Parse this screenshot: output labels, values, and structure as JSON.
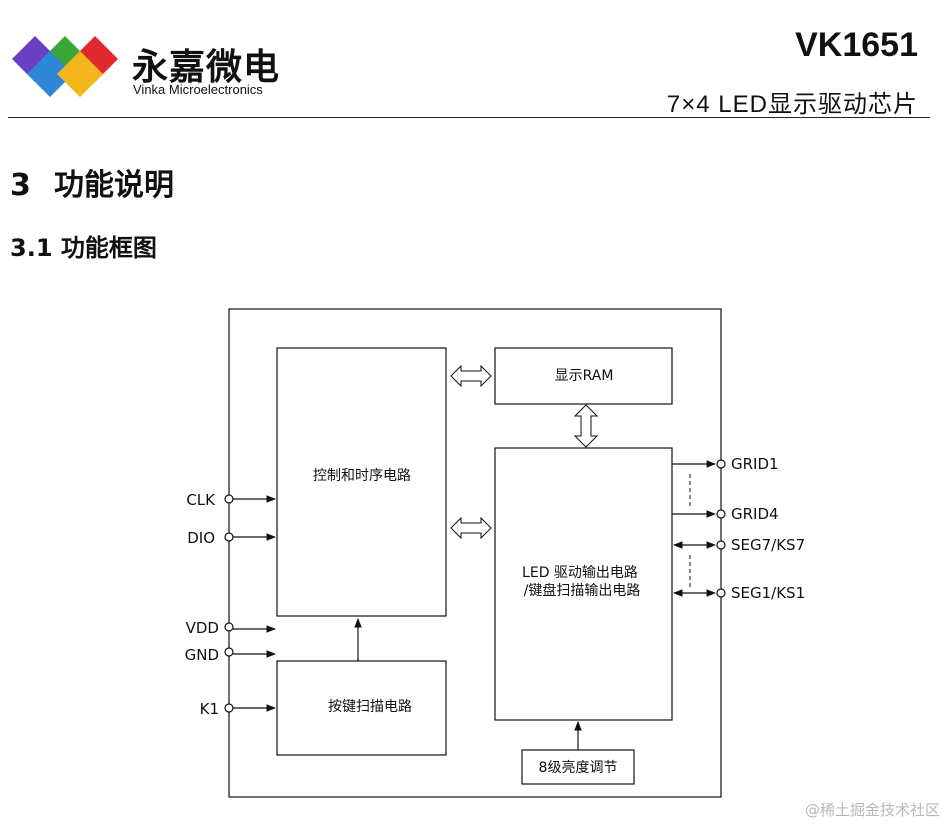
{
  "header": {
    "logo_cn": "永嘉微电",
    "logo_en": "Vinka Microelectronics",
    "model": "VK1651",
    "subtitle": "7×4 LED显示驱动芯片"
  },
  "section": {
    "number": "3",
    "title": "功能说明"
  },
  "subsection": {
    "title": "3.1  功能框图"
  },
  "diagram": {
    "blocks": {
      "control": "控制和时序电路",
      "ram": "显示RAM",
      "driver_line1": "LED 驱动输出电路",
      "driver_line2": "/键盘扫描输出电路",
      "keyscan": "按键扫描电路",
      "brightness": "8级亮度调节"
    },
    "left_pins": [
      "CLK",
      "DIO",
      "VDD",
      "GND",
      "K1"
    ],
    "right_pins": [
      "GRID1",
      "GRID4",
      "SEG7/KS7",
      "SEG1/KS1"
    ]
  },
  "watermark": "@稀土掘金技术社区"
}
